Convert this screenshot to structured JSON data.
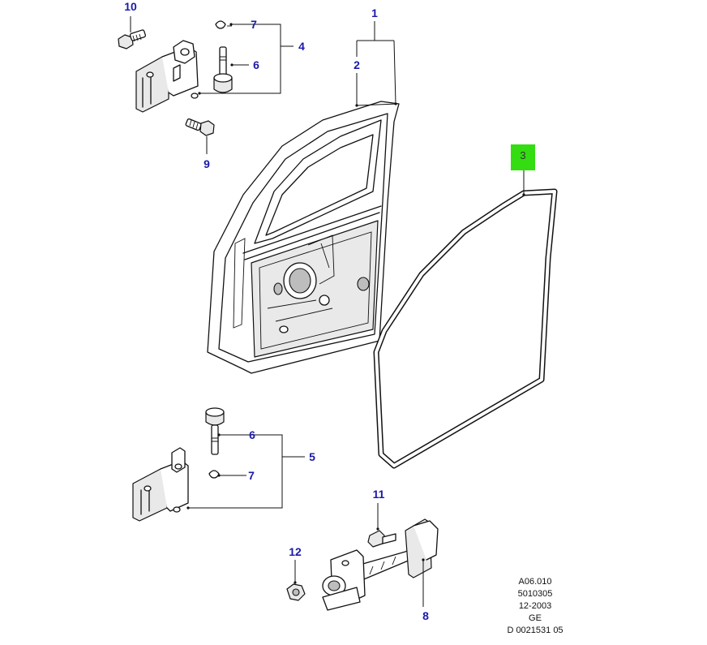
{
  "callouts": {
    "c1": "1",
    "c2": "2",
    "c3": "3",
    "c4": "4",
    "c5": "5",
    "c6a": "6",
    "c6b": "6",
    "c7a": "7",
    "c7b": "7",
    "c8": "8",
    "c9": "9",
    "c10": "10",
    "c11": "11",
    "c12": "12"
  },
  "colors": {
    "callout_text": "#1a1aa8",
    "highlight": "#33dd11"
  },
  "reference_block": {
    "line1": "A06.010",
    "line2": "5010305",
    "line3": "12-2003",
    "line4": "GE",
    "line5": "D 0021531 05"
  }
}
